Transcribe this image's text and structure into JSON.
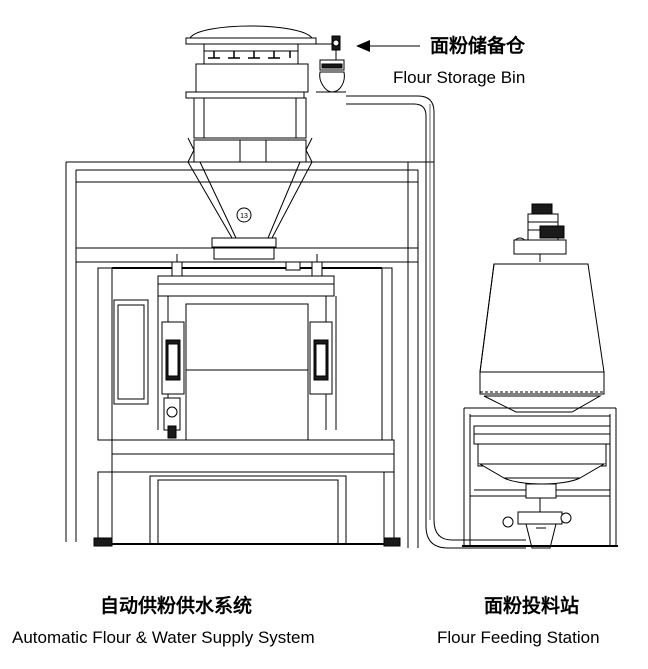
{
  "labels": {
    "storage_bin": {
      "zh": "面粉储备仓",
      "en": "Flour Storage Bin"
    },
    "main_system": {
      "zh": "自动供粉供水系统",
      "en": "Automatic Flour & Water Supply System"
    },
    "feeding_station": {
      "zh": "面粉投料站",
      "en": "Flour Feeding Station"
    }
  },
  "gauge_text": "13",
  "colors": {
    "line": "#000000",
    "background": "#ffffff",
    "fill_dark": "#1a1a1a"
  }
}
